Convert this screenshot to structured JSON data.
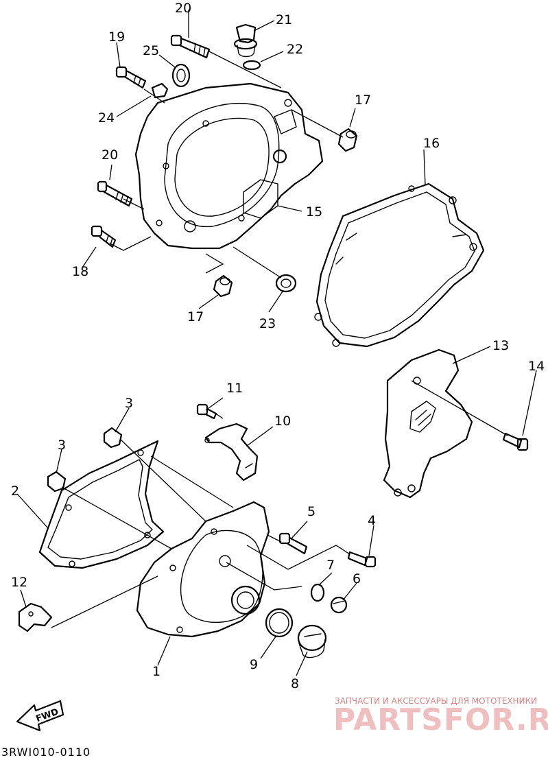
{
  "diagram_code": "3RWI010-0110",
  "fwd_label": "FWD",
  "watermark": {
    "tagline": "ЗАПЧАСТИ И АКСЕССУАРЫ ДЛЯ МОТОТЕХНИКИ",
    "brand": "PARTSFOR.RU"
  },
  "callouts": [
    {
      "id": "c20a",
      "label": "20"
    },
    {
      "id": "c21",
      "label": "21"
    },
    {
      "id": "c19",
      "label": "19"
    },
    {
      "id": "c25",
      "label": "25"
    },
    {
      "id": "c22",
      "label": "22"
    },
    {
      "id": "c17a",
      "label": "17"
    },
    {
      "id": "c24",
      "label": "24"
    },
    {
      "id": "c16",
      "label": "16"
    },
    {
      "id": "c20b",
      "label": "20"
    },
    {
      "id": "c15",
      "label": "15"
    },
    {
      "id": "c18",
      "label": "18"
    },
    {
      "id": "c17b",
      "label": "17"
    },
    {
      "id": "c23",
      "label": "23"
    },
    {
      "id": "c13",
      "label": "13"
    },
    {
      "id": "c14",
      "label": "14"
    },
    {
      "id": "c11",
      "label": "11"
    },
    {
      "id": "c3a",
      "label": "3"
    },
    {
      "id": "c10",
      "label": "10"
    },
    {
      "id": "c3b",
      "label": "3"
    },
    {
      "id": "c2",
      "label": "2"
    },
    {
      "id": "c5",
      "label": "5"
    },
    {
      "id": "c4",
      "label": "4"
    },
    {
      "id": "c7",
      "label": "7"
    },
    {
      "id": "c12",
      "label": "12"
    },
    {
      "id": "c6",
      "label": "6"
    },
    {
      "id": "c9",
      "label": "9"
    },
    {
      "id": "c1",
      "label": "1"
    },
    {
      "id": "c8",
      "label": "8"
    }
  ]
}
